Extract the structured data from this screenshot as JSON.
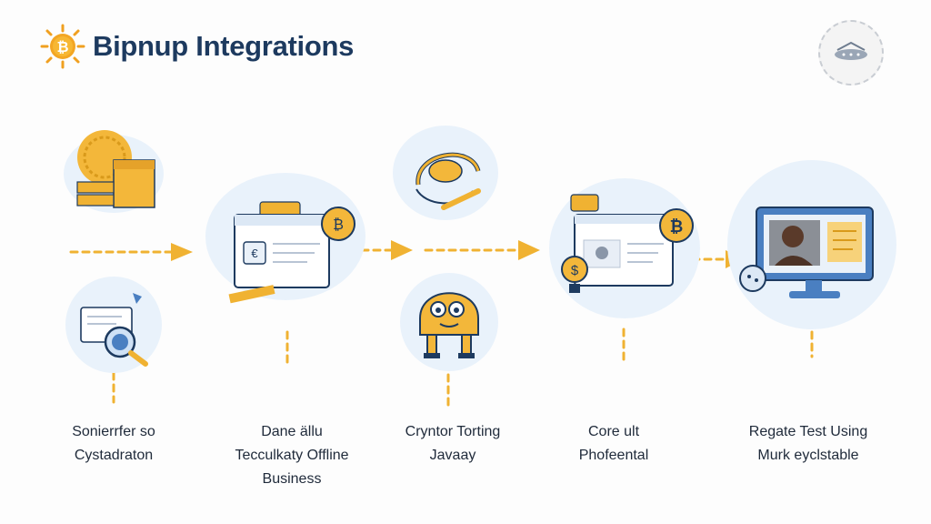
{
  "header": {
    "title": "Bipnup Integrations"
  },
  "colors": {
    "accent": "#f0b232",
    "accent_dark": "#d99a1b",
    "navy": "#1d3a5f",
    "blob": "#e9f2fb",
    "screen": "#4a7fc1"
  },
  "steps": [
    {
      "line1": "Sonierrfer so",
      "line2": "Cystadraton",
      "line3": ""
    },
    {
      "line1": "Dane ällu",
      "line2": "Tecculkaty Offline",
      "line3": "Business"
    },
    {
      "line1": "Cryntor Torting",
      "line2": "Javaay",
      "line3": ""
    },
    {
      "line1": "Core ult",
      "line2": "Phofeental",
      "line3": ""
    },
    {
      "line1": "Regate Test Using",
      "line2": "Murk eyclstable",
      "line3": ""
    }
  ],
  "icons": {
    "logo": "bitcoin-sun-icon",
    "badge": "airplane-badge-icon",
    "step1_top": "coin-boxes-icon",
    "step1_bottom": "document-magnifier-icon",
    "step2": "dashboard-window-icon",
    "step3_top": "headset-icon",
    "step3_bottom": "mascot-character-icon",
    "step4": "bitcoin-screen-icon",
    "step5": "monitor-video-icon"
  }
}
